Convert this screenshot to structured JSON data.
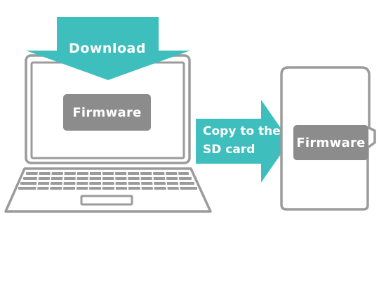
{
  "diagram": {
    "download_label": "Download",
    "copy_label": "Copy to the SD card",
    "laptop_firmware_label": "Firmware",
    "sd_firmware_label": "Firmware"
  },
  "colors": {
    "teal": "#3ebfbd",
    "outline_gray": "#9b9b9b",
    "box_gray": "#8c8c8c"
  }
}
